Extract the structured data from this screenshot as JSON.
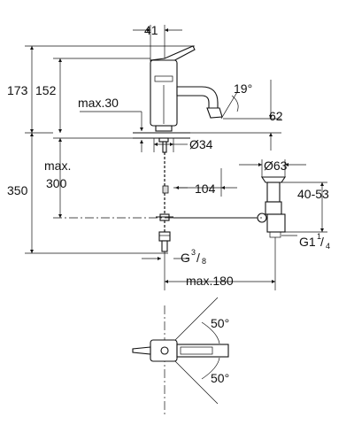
{
  "dimensions": {
    "top_width": "41",
    "height_total": "173",
    "height_spout": "152",
    "max_mount": "max.30",
    "angle": "19°",
    "reach": "62",
    "diameter_base": "Ø34",
    "max300_line1": "max.",
    "max300_line2": "300",
    "height_350": "350",
    "dim_104": "104",
    "diameter_waste": "Ø63",
    "range_waste": "40-53",
    "thread_g1": "G1",
    "thread_g1_sup": "1",
    "thread_g1_sub": "4",
    "thread_g38": "G",
    "thread_g38_sup": "3",
    "thread_g38_sub": "8",
    "max_180": "max.180"
  },
  "plan_view": {
    "angle_upper": "50°",
    "angle_lower": "50°"
  }
}
